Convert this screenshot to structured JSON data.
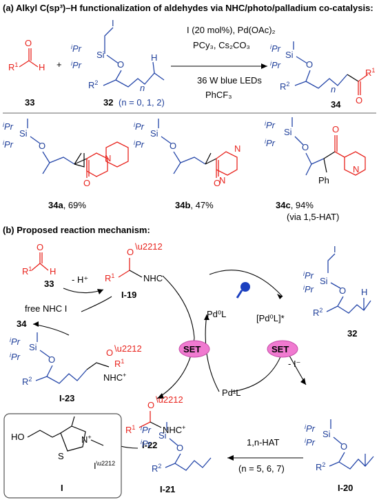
{
  "section_a": {
    "title": "(a) Alkyl C(sp³)–H functionalization of aldehydes via NHC/photo/palladium co-catalysis:",
    "conditions_line1": "I (20 mol%), Pd(OAc)₂",
    "conditions_line2": "PCy₃, Cs₂CO₃",
    "conditions_line3": "36 W blue LEDs",
    "conditions_line4": "PhCF₃",
    "label_33": "33",
    "label_32": "32",
    "label_32_n": "(n = 0, 1, 2)",
    "label_34": "34",
    "plus": "+"
  },
  "products": [
    {
      "label": "34a",
      "yield": ", 69%"
    },
    {
      "label": "34b",
      "yield": ", 47%"
    },
    {
      "label": "34c",
      "yield": ", 94%",
      "note": "(via 1,5-HAT)"
    }
  ],
  "section_b": {
    "title": "(b) Proposed reaction mechanism:",
    "label_33": "33",
    "minus_h": "- H⁺",
    "label_I19": "I-19",
    "free_nhc": "free NHC I",
    "label_34": "34",
    "pd0l": "Pd⁰L",
    "pd0l_star": "[Pd⁰L]*",
    "label_32": "32",
    "set_left": "SET",
    "set_right": "SET",
    "minus_i": "- I⁻",
    "pd1l": "Pd¹L",
    "label_I23": "I-23",
    "label_I22": "I-22",
    "hat_line1": "1,n-HAT",
    "hat_line2": "(n = 5, 6, 7)",
    "label_I21": "I-21",
    "label_I20": "I-20",
    "catalyst_label": "I"
  }
}
